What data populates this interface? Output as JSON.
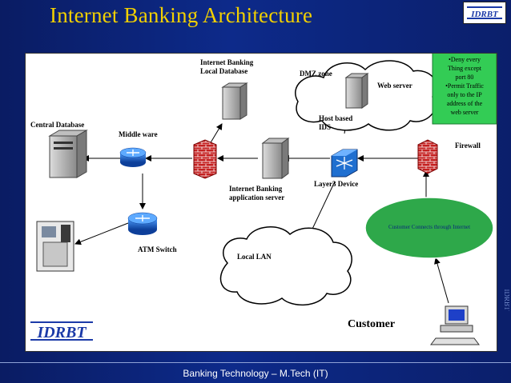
{
  "slide": {
    "title": "Internet Banking Architecture",
    "footer": "Banking Technology – M.Tech (IT)",
    "logo_text": "IDRBT"
  },
  "diagram": {
    "nodes": {
      "central_db": "Central Database",
      "middleware": "Middle ware",
      "atm_switch": "ATM Switch",
      "local_db_line1": "Internet Banking",
      "local_db_line2": "Local Database",
      "app_server_line1": "Internet Banking",
      "app_server_line2": "application server",
      "layer3": "Layer3 Device",
      "dmz": "DMZ zone",
      "web_server": "Web server",
      "ids_line1": "Host based",
      "ids_line2": "IDS",
      "firewall": "Firewall",
      "local_lan": "Local LAN",
      "customer_connects": "Customer Connects through Internet",
      "customer": "Customer"
    },
    "callout": [
      "•Deny every",
      "Thing except",
      "port 80",
      "•Permit Traffic",
      "only to the IP",
      "address of the",
      "web server"
    ],
    "colors": {
      "background": "#0b1f6b",
      "title": "#f2d000",
      "callout": "#33cc55",
      "ellipse": "#2ea84a",
      "router": "#1f6fd0",
      "firewall": "#cc2222"
    }
  }
}
